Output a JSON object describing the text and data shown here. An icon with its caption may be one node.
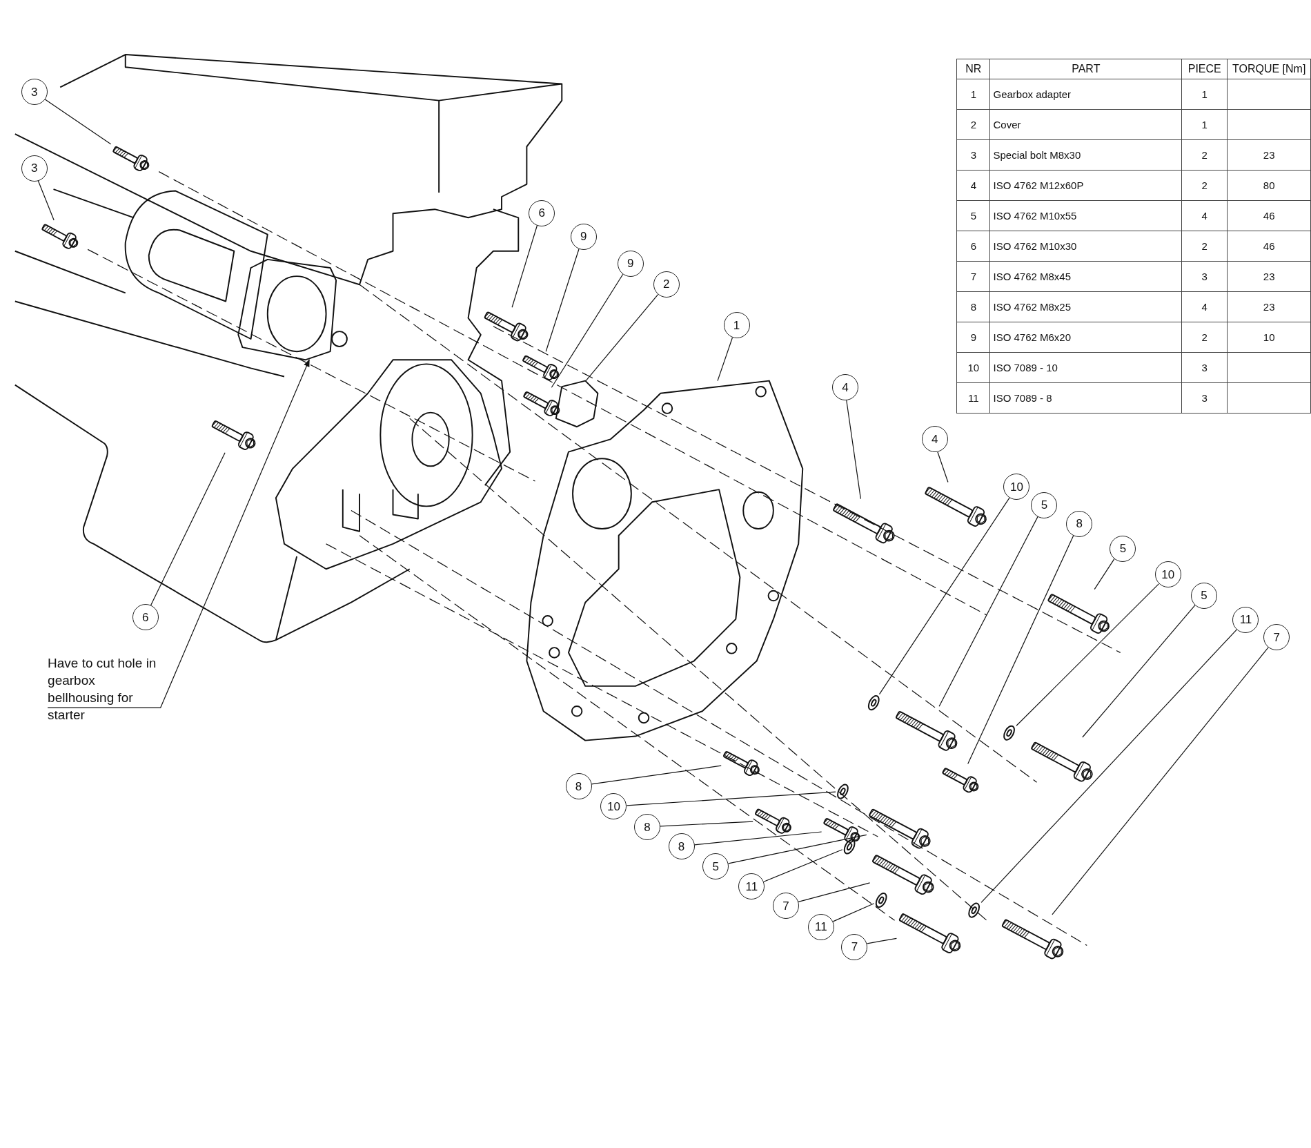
{
  "diagram": {
    "nodes": [
      {
        "text": [
          "3"
        ]
      },
      {
        "text": [
          "3"
        ]
      },
      {
        "text": [
          "6"
        ]
      },
      {
        "text": [
          "9"
        ]
      },
      {
        "text": [
          "9"
        ]
      },
      {
        "text": [
          "2"
        ]
      },
      {
        "text": [
          "1"
        ]
      },
      {
        "text": [
          "4"
        ]
      },
      {
        "text": [
          "4"
        ]
      },
      {
        "text": [
          "10"
        ]
      },
      {
        "text": [
          "5"
        ]
      },
      {
        "text": [
          "8"
        ]
      },
      {
        "text": [
          "5"
        ]
      },
      {
        "text": [
          "10"
        ]
      },
      {
        "text": [
          "5"
        ]
      },
      {
        "text": [
          "11"
        ]
      },
      {
        "text": [
          "7"
        ]
      },
      {
        "text": [
          "6"
        ]
      },
      {
        "text": [
          "8"
        ]
      },
      {
        "text": [
          "10"
        ]
      },
      {
        "text": [
          "8"
        ]
      },
      {
        "text": [
          "8"
        ]
      },
      {
        "text": [
          "5"
        ]
      },
      {
        "text": [
          "11"
        ]
      },
      {
        "text": [
          "7"
        ]
      },
      {
        "text": [
          "11"
        ]
      },
      {
        "text": [
          "7"
        ]
      },
      {
        "text": [
          "Have to cut hole in gearbox bellhousing for starter"
        ]
      },
      {
        "text": [],
        "shape": "picture"
      },
      {
        "text": [],
        "shape": "picture"
      },
      {
        "text": [],
        "shape": "picture"
      },
      {
        "text": [],
        "shape": "picture"
      },
      {
        "text": [],
        "shape": "picture"
      },
      {
        "text": [],
        "shape": "picture"
      },
      {
        "text": [],
        "shape": "picture"
      },
      {
        "text": [],
        "shape": "picture"
      },
      {
        "text": [],
        "shape": "picture"
      },
      {
        "text": [],
        "shape": "picture"
      },
      {
        "text": [],
        "shape": "picture"
      },
      {
        "text": [],
        "shape": "picture"
      },
      {
        "text": [],
        "shape": "picture"
      },
      {
        "text": [],
        "shape": "picture"
      },
      {
        "text": [],
        "shape": "picture"
      },
      {
        "text": [],
        "shape": "picture"
      },
      {
        "text": [],
        "shape": "picture"
      },
      {
        "text": [],
        "shape": "picture"
      },
      {
        "text": [],
        "shape": "picture"
      },
      {
        "text": [],
        "shape": "picture"
      },
      {
        "text": [],
        "shape": "picture"
      },
      {
        "text": [],
        "shape": "picture"
      },
      {
        "text": [],
        "shape": "picture"
      },
      {
        "text": [],
        "shape": "picture"
      },
      {
        "text": [],
        "shape": "picture"
      },
      {
        "text": [],
        "shape": "picture"
      },
      {
        "text": [],
        "shape": "picture"
      },
      {
        "text": [],
        "shape": "picture"
      }
    ],
    "edges": [
      {
        "from": 0,
        "to": 29,
        "arrow": "none"
      },
      {
        "from": 1,
        "to": 28,
        "arrow": "none"
      },
      {
        "from": 2,
        "to": 32,
        "arrow": "none"
      },
      {
        "from": 3,
        "to": 33,
        "arrow": "none"
      },
      {
        "from": 4,
        "to": 34,
        "arrow": "none"
      },
      {
        "from": 5,
        "to": 35,
        "arrow": "none"
      },
      {
        "from": 6,
        "to": 36,
        "arrow": "none"
      },
      {
        "from": 7,
        "to": 42,
        "arrow": "none"
      },
      {
        "from": 8,
        "to": 49,
        "arrow": "none"
      },
      {
        "from": 9,
        "to": 43,
        "arrow": "none"
      },
      {
        "from": 10,
        "to": 47,
        "arrow": "none"
      },
      {
        "from": 11,
        "to": 50,
        "arrow": "none"
      },
      {
        "from": 12,
        "to": 55,
        "arrow": "none"
      },
      {
        "from": 13,
        "to": 52,
        "arrow": "none"
      },
      {
        "from": 14,
        "to": 54,
        "arrow": "none"
      },
      {
        "from": 15,
        "to": 51,
        "arrow": "none"
      },
      {
        "from": 16,
        "to": 53,
        "arrow": "none"
      },
      {
        "from": 17,
        "to": 30,
        "arrow": "none"
      },
      {
        "from": 18,
        "to": 37,
        "arrow": "none"
      },
      {
        "from": 19,
        "to": 40,
        "arrow": "none"
      },
      {
        "from": 20,
        "to": 38,
        "arrow": "none"
      },
      {
        "from": 21,
        "to": 39,
        "arrow": "none"
      },
      {
        "from": 22,
        "to": 45,
        "arrow": "none"
      },
      {
        "from": 23,
        "to": 41,
        "arrow": "none"
      },
      {
        "from": 24,
        "to": 46,
        "arrow": "none"
      },
      {
        "from": 25,
        "to": 44,
        "arrow": "none"
      },
      {
        "from": 26,
        "to": 48,
        "arrow": "none"
      },
      {
        "from": 27,
        "to": 31,
        "arrow": "to"
      }
    ],
    "labels": [
      "NR",
      "PART",
      "PIECE",
      "TORQUE [Nm]",
      "1",
      "Gearbox adapter",
      "1",
      "2",
      "Cover",
      "1",
      "3",
      "Special bolt M8x30",
      "2",
      "23",
      "4",
      "ISO 4762 M12x60P",
      "2",
      "80",
      "5",
      "ISO 4762 M10x55",
      "4",
      "46",
      "6",
      "ISO 4762 M10x30",
      "2",
      "46",
      "7",
      "ISO 4762 M8x45",
      "3",
      "23",
      "8",
      "ISO 4762 M8x25",
      "4",
      "23",
      "9",
      "ISO 4762 M6x20",
      "2",
      "10",
      "10",
      "ISO 7089 - 10",
      "3",
      "11",
      "ISO 7089 - 8",
      "3"
    ]
  }
}
